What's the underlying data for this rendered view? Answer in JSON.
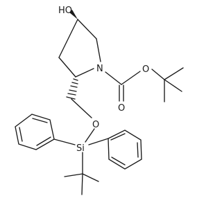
{
  "structure": {
    "atoms": {
      "hydroxyl": "HO",
      "ring_nitrogen": "N",
      "carbamate_ether_oxygen": "O",
      "carbamate_carbonyl_oxygen": "O",
      "silyl_ether_oxygen": "O",
      "silicon": "Si"
    }
  }
}
